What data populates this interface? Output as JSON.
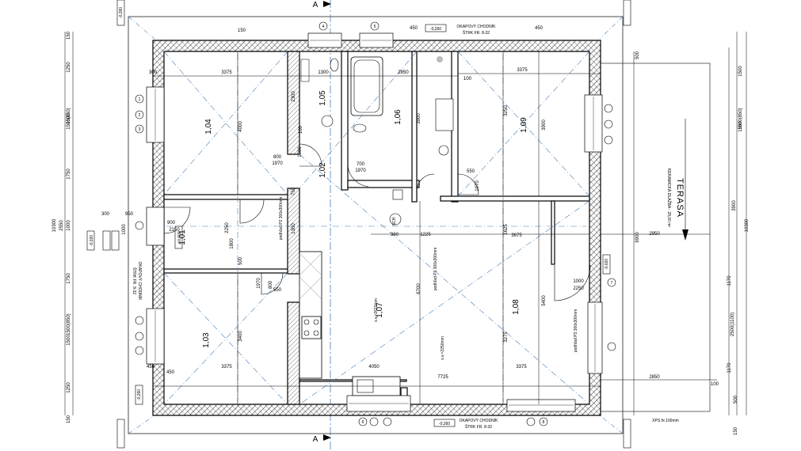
{
  "rooms": [
    {
      "id": "1.04",
      "label": "1,04"
    },
    {
      "id": "1.05",
      "label": "1,05"
    },
    {
      "id": "1.06",
      "label": "1,06"
    },
    {
      "id": "1.09",
      "label": "1,09"
    },
    {
      "id": "1.02",
      "label": "1,02"
    },
    {
      "id": "1.01",
      "label": "1,01"
    },
    {
      "id": "1.03",
      "label": "1,03"
    },
    {
      "id": "1.07",
      "label": "1,07"
    },
    {
      "id": "1.08",
      "label": "1,08"
    }
  ],
  "labels": {
    "section_a_top": "A",
    "section_a_bottom": "A",
    "okapovy_top": "OKAPOVÝ CHODNÍK",
    "strk_top": "ŠTRK FR. 8-32",
    "okapovy_bottom": "OKAPOVÝ CHODNÍK",
    "strk_bottom": "ŠTRK FR. 8-32",
    "okapovy_left": "OKAPOVÝ CHODNÍK",
    "strk_left": "ŠTRK FR. 8-32",
    "terasa": "TERASA",
    "terasa_sub": "KERAMICKÁ DLAŽBA - 28,00 m²",
    "xps": "XPS hr.100mm",
    "level_top": "-0,260",
    "level_bottom": "-0,260",
    "level_left": "-0,260",
    "level_entry": "-0,020",
    "level_terasa": "-0,020",
    "level_101": "±0,000",
    "level_corner": "-0,260",
    "sdk_1": "podhľad P2 300x300mm",
    "sdk_2": "podhľad P1 300x300mm",
    "sdk_3": "podhľad P3 300x300mm",
    "sv_1": "s.v.=2610mm",
    "sv_2": "s.v.=2250mm",
    "s01": "SCH"
  },
  "dims_top": [
    "3375",
    "1300",
    "2850",
    "3375",
    "450",
    "150",
    "300",
    "100",
    "450"
  ],
  "dims_bottom": [
    "3375",
    "4050",
    "3375",
    "450",
    "7725",
    "2850",
    "100",
    "450"
  ],
  "dims_left": [
    "150",
    "1250",
    "1500(850)",
    "1500",
    "1750",
    "1000",
    "10300",
    "2550",
    "1750",
    "1500(850)",
    "1500",
    "1250",
    "150"
  ],
  "dims_right": [
    "500",
    "1500",
    "1500(850)",
    "1500",
    "3900",
    "1170",
    "1170",
    "2500(1100)",
    "10300",
    "500",
    "150"
  ],
  "dims_inner": [
    "4000",
    "2300",
    "3900",
    "3250",
    "3900",
    "1625",
    "3675",
    "3275",
    "5400",
    "6700",
    "3400",
    "2250",
    "1800",
    "950",
    "300",
    "1000",
    "900",
    "2150",
    "800",
    "1970",
    "700",
    "1970",
    "550",
    "1970",
    "1000",
    "2250",
    "2950",
    "9900",
    "1225",
    "360",
    "1300",
    "750",
    "500",
    "1900",
    "550",
    "800",
    "1970",
    "100"
  ],
  "window_marks": [
    "1",
    "2",
    "3",
    "4",
    "5",
    "6",
    "7",
    "8"
  ]
}
